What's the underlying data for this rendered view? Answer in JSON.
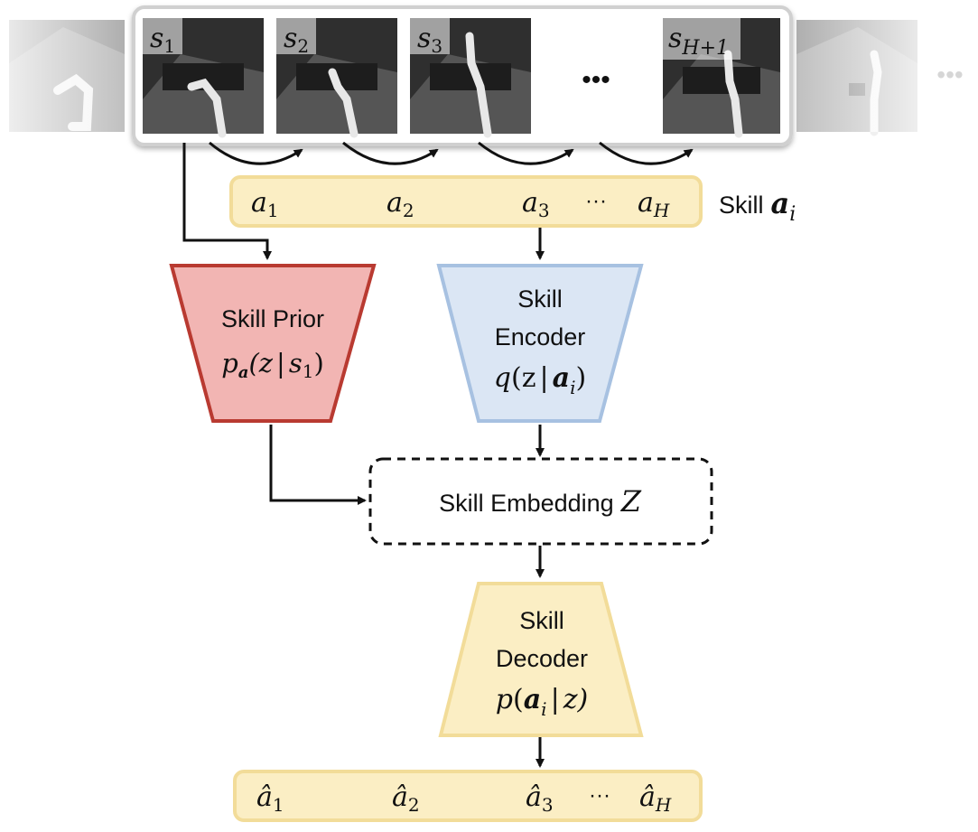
{
  "frames": [
    {
      "state": "s",
      "sub": "1"
    },
    {
      "state": "s",
      "sub": "2"
    },
    {
      "state": "s",
      "sub": "3"
    },
    {
      "state": "s",
      "sub": "H+1"
    }
  ],
  "ellipsis": "•••",
  "faded_ellipsis": "•••",
  "actions": {
    "items": [
      {
        "sym": "a",
        "sub": "1"
      },
      {
        "sym": "a",
        "sub": "2"
      },
      {
        "sym": "a",
        "sub": "3"
      },
      {
        "sym": "a",
        "sub": "H"
      }
    ],
    "dots": "···"
  },
  "skill_label": {
    "word": "Skill",
    "sym": "a",
    "sub": "i"
  },
  "skill_prior": {
    "title": "Skill Prior",
    "f": "p",
    "f_sub": "a",
    "open": "(z",
    "bar": "|",
    "arg": "s",
    "arg_sub": "1",
    "close": ")"
  },
  "skill_encoder": {
    "line1": "Skill",
    "line2": "Encoder",
    "f": "q",
    "open": "(z",
    "bar": "|",
    "arg": "a",
    "arg_sub": "i",
    "close": ")"
  },
  "embedding": {
    "label": "Skill Embedding",
    "sym": "Z"
  },
  "skill_decoder": {
    "line1": "Skill",
    "line2": "Decoder",
    "f": "p",
    "open": "(",
    "arg": "a",
    "arg_sub": "i",
    "bar": "|",
    "rest": "z)"
  },
  "reconstructed": {
    "items": [
      {
        "sym": "â",
        "sub": "1"
      },
      {
        "sym": "â",
        "sub": "2"
      },
      {
        "sym": "â",
        "sub": "3"
      },
      {
        "sym": "â",
        "sub": "H"
      }
    ],
    "dots": "···"
  },
  "colors": {
    "yellow_fill": "#fbeec4",
    "yellow_stroke": "#f2dc99",
    "red_fill": "#f2b5b3",
    "red_stroke": "#b93a31",
    "blue_fill": "#dbe6f4",
    "blue_stroke": "#a7c1e1"
  }
}
